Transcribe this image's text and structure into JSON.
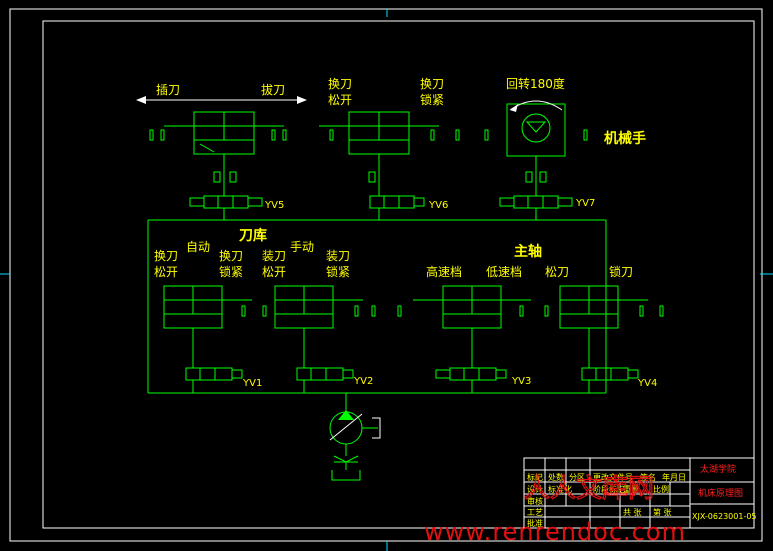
{
  "labels": {
    "insert_tool": "插刀",
    "pull_tool": "拔刀",
    "swap_release_l1": "换刀",
    "swap_release_l2": "松开",
    "swap_lock_l1": "换刀",
    "swap_lock_l2": "锁紧",
    "rotate": "回转180度",
    "manipulator": "机械手",
    "magazine": "刀库",
    "auto": "自动",
    "manual": "手动",
    "mag_swap_release_l1": "换刀",
    "mag_swap_release_l2": "松开",
    "mag_swap_lock_l1": "换刀",
    "mag_swap_lock_l2": "锁紧",
    "mag_load_release_l1": "装刀",
    "mag_load_release_l2": "松开",
    "mag_load_lock_l1": "装刀",
    "mag_load_lock_l2": "锁紧",
    "spindle": "主轴",
    "high_speed": "高速档",
    "low_speed": "低速档",
    "release_tool": "松刀",
    "lock_tool": "锁刀"
  },
  "valves": [
    "YV1",
    "YV2",
    "YV3",
    "YV4",
    "YV5",
    "YV6",
    "YV7"
  ],
  "title_block": {
    "school": "太湖学院",
    "drawing_name": "机床原理图",
    "drawing_no": "XJX-0623001-05",
    "small_cells": [
      "标记",
      "处数",
      "分区",
      "更改文件号",
      "签名",
      "年月日",
      "设计",
      "标准化",
      "阶段标记",
      "重量",
      "比例",
      "审核",
      "工艺",
      "批准",
      "共 张",
      "第 张"
    ]
  },
  "watermark": {
    "line1": "人人文库网",
    "line2": "www.renrendoc.com"
  },
  "colors": {
    "background": "#000000",
    "lines": "#00ff00",
    "text": "#ffff00",
    "border": "#ffffff",
    "watermark": "#e01010"
  }
}
